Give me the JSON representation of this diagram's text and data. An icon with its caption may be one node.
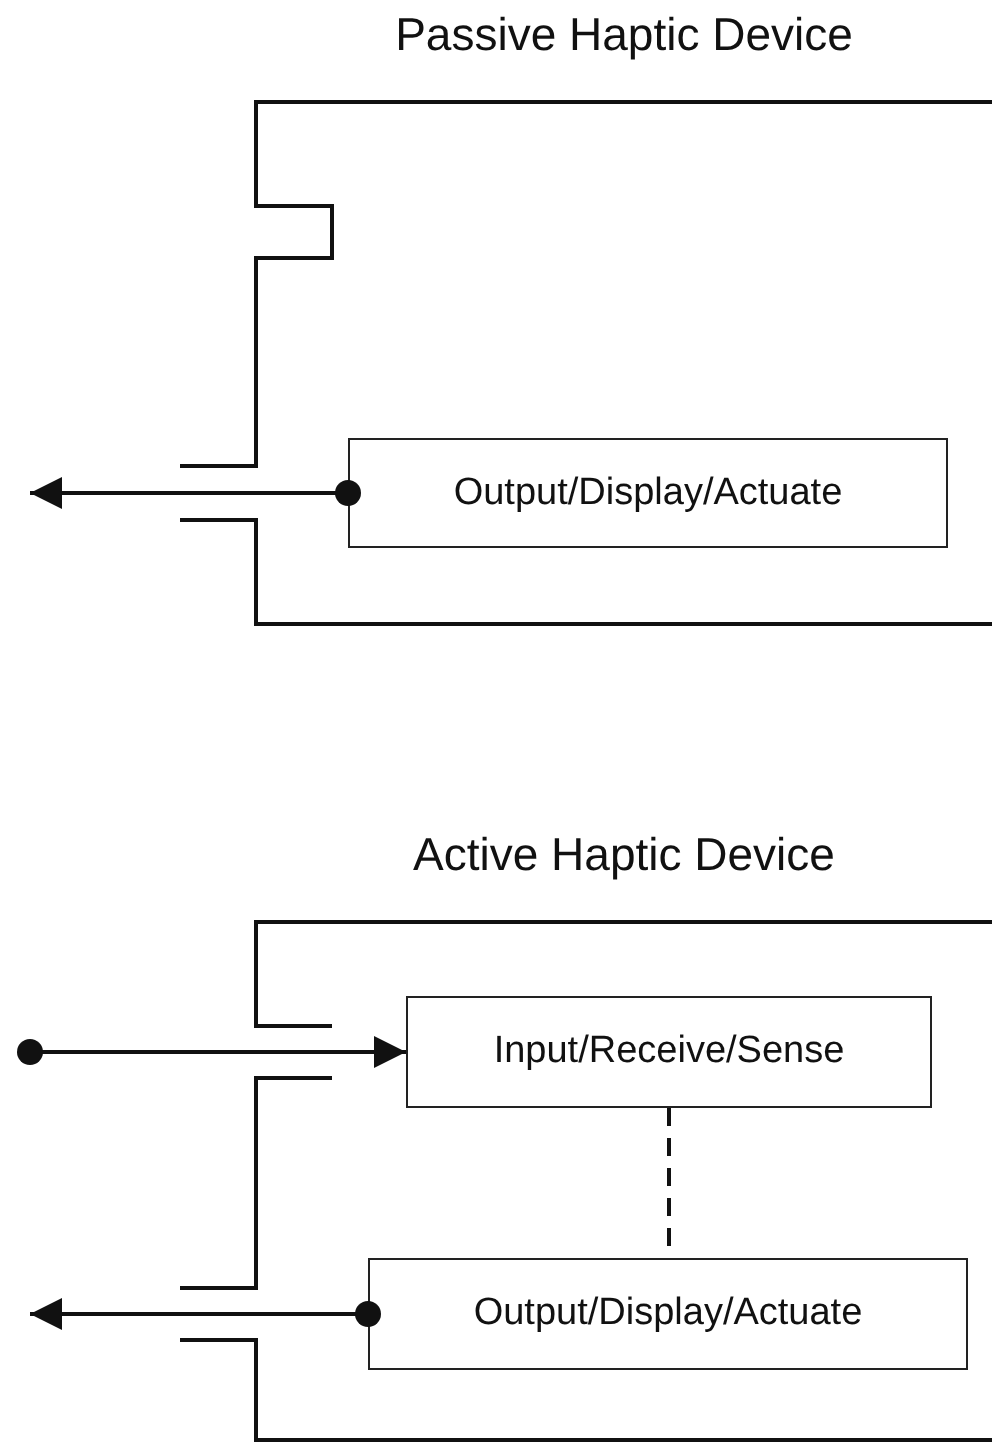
{
  "diagram": {
    "nodes": [
      {
        "text": [
          "Passive Haptic Device"
        ]
      },
      {
        "text": [
          "Output/Display/Actuate"
        ],
        "in": 0
      },
      {
        "text": [
          "Active Haptic Device"
        ]
      },
      {
        "text": [
          "Input/Receive/Sense"
        ],
        "in": 2
      },
      {
        "text": [
          "Output/Display/Actuate"
        ],
        "in": 2
      }
    ],
    "edges": [
      {
        "from": 1,
        "to": null,
        "arrow": "to"
      },
      {
        "from": null,
        "to": 3,
        "arrow": "to"
      },
      {
        "from": 3,
        "to": 4,
        "arrow": "none",
        "style": "dashed"
      },
      {
        "from": 4,
        "to": null,
        "arrow": "to"
      }
    ]
  }
}
